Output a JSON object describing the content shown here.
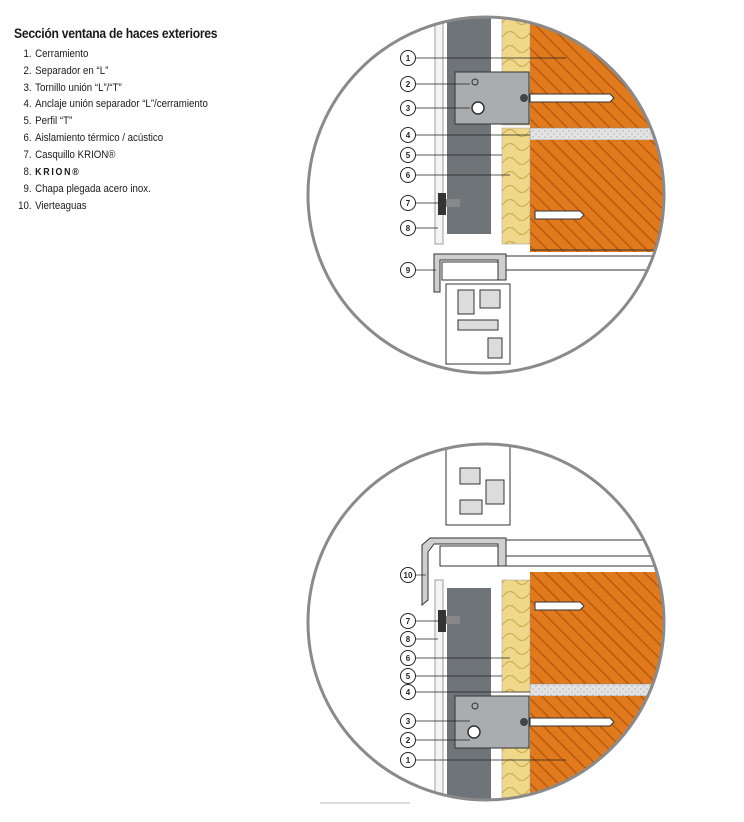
{
  "legend": {
    "title": "Sección ventana de haces exteriores",
    "items": [
      {
        "num": "1.",
        "text": "Cerramiento"
      },
      {
        "num": "2.",
        "text": "Separador en “L”"
      },
      {
        "num": "3.",
        "text": "Tornillo unión “L”/“T”"
      },
      {
        "num": "4.",
        "text": "Anclaje unión separador “L”/cerramiento"
      },
      {
        "num": "5.",
        "text": "Perfil “T”"
      },
      {
        "num": "6.",
        "text": "Aislamiento térmico / acústico"
      },
      {
        "num": "7.",
        "text": "Casquillo KRION®"
      },
      {
        "num": "8.",
        "text": "KRION®"
      },
      {
        "num": "9.",
        "text": "Chapa plegada acero inox."
      },
      {
        "num": "10.",
        "text": "Vierteaguas"
      }
    ]
  },
  "top_callouts": [
    "1",
    "2",
    "3",
    "4",
    "5",
    "6",
    "7",
    "8",
    "9"
  ],
  "bottom_callouts": [
    "10",
    "7",
    "8",
    "6",
    "5",
    "4",
    "3",
    "2",
    "1"
  ],
  "colors": {
    "brick": "#e07a1c",
    "brick_hatch": "#b85a10",
    "insulation": "#f0d88a",
    "panel": "#6f7478",
    "slab": "#e3e3e3",
    "circle_stroke": "#8a8a8a"
  }
}
